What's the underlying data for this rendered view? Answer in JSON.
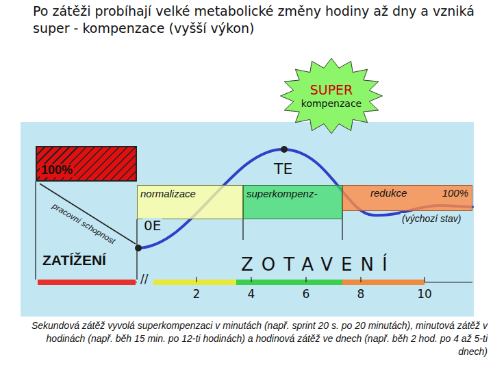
{
  "diagram": {
    "title": "Po zátěži probíhají velké metabolické změny hodiny až dny a vzniká super - kompenzace (vyšší výkon)",
    "caption": "Sekundová zátěž vyvolá superkompenzaci v minutách (např. sprint 20 s. po 20 minutách), minutová zátěž v hodinách (např. běh 15 min. po 12-ti hodinách) a hodinová zátěž ve dnech (např. běh 2 hod. po 4 až 5-ti dnech)",
    "nodes": [
      {
        "text": [
          "SUPER",
          "kompenzace"
        ]
      },
      {
        "text": [
          "100%"
        ]
      },
      {
        "text": [
          "normalizace"
        ]
      },
      {
        "text": [
          "superkompenz-"
        ]
      },
      {
        "text": [
          "redukce",
          "100%"
        ]
      }
    ],
    "labels": [
      "TE",
      "0E",
      "pracovní schopnost",
      "ZATÍŽENÍ",
      "ZOTAVENÍ",
      "//",
      "2",
      "4",
      "6",
      "8",
      "10",
      "(výchozí stav)"
    ]
  }
}
